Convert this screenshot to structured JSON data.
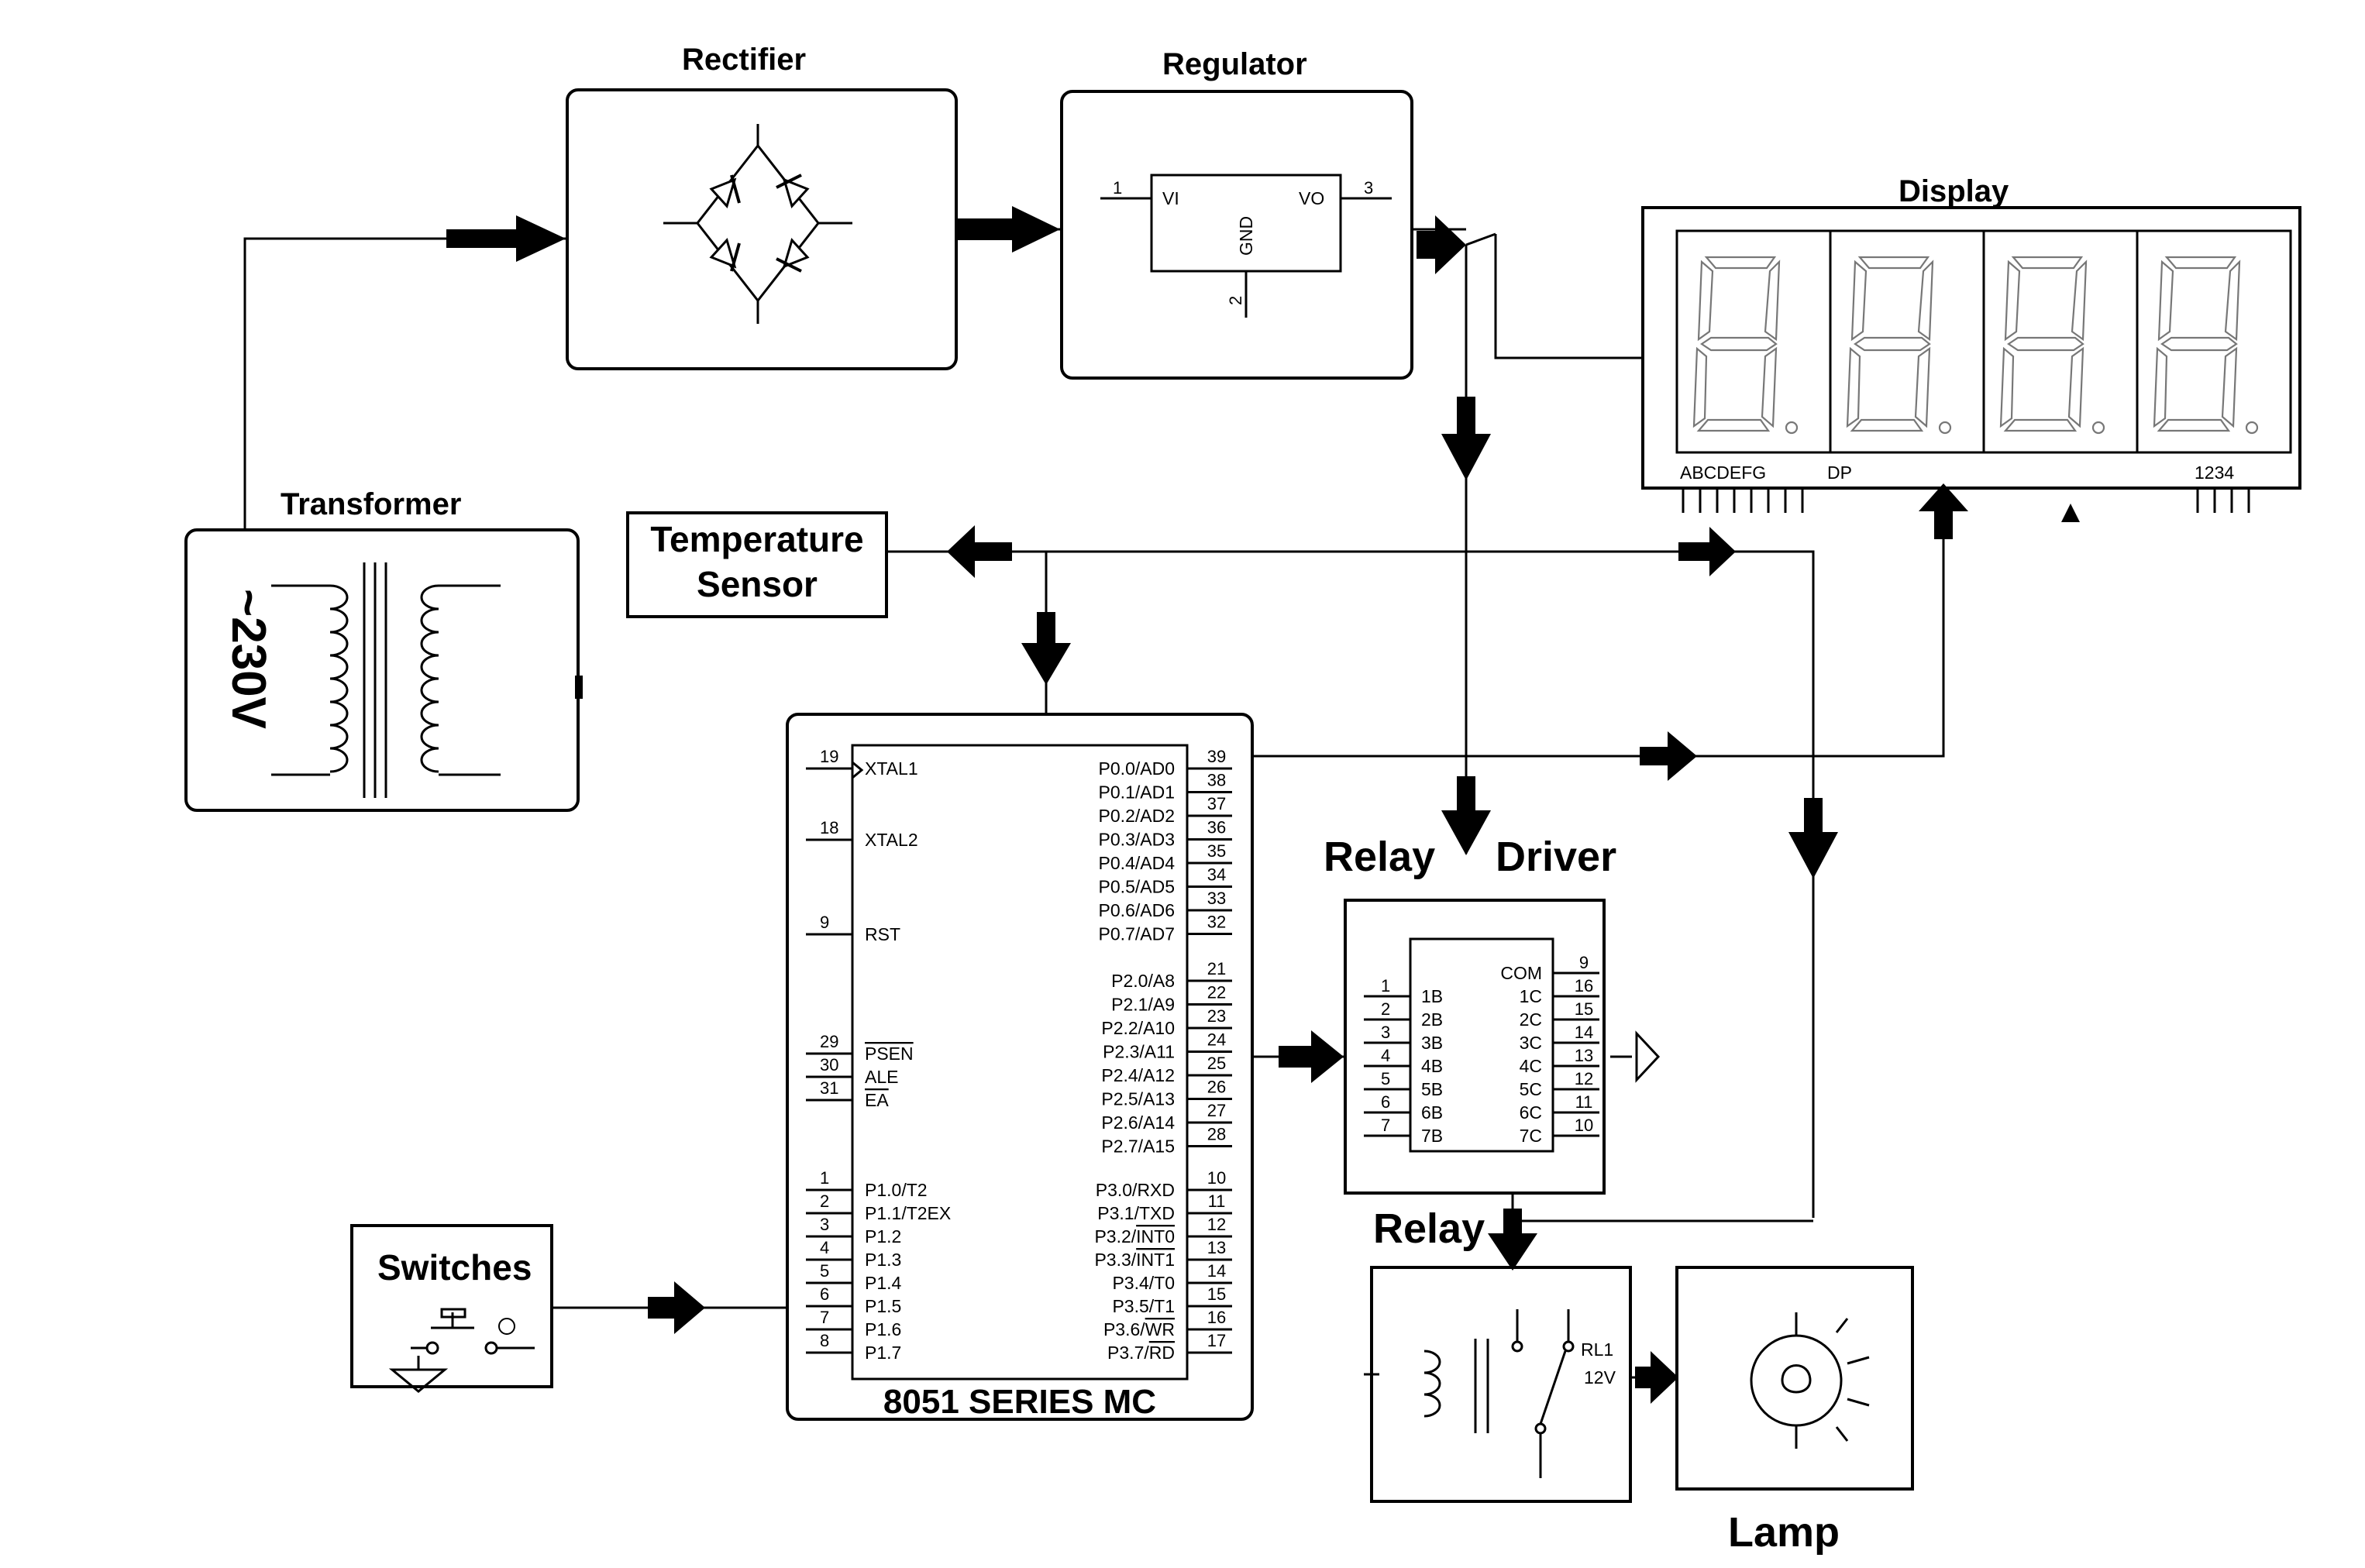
{
  "labels": {
    "rectifier": "Rectifier",
    "regulator": "Regulator",
    "display": "Display",
    "transformer": "Transformer",
    "voltage": "~230V",
    "temp_line1": "Temperature",
    "temp_line2": "Sensor",
    "mcu": "8051 SERIES MC",
    "relay_driver_left": "Relay",
    "relay_driver_right": "Driver",
    "relay": "Relay",
    "switches": "Switches",
    "lamp": "Lamp"
  },
  "regulator": {
    "vi": "VI",
    "vo": "VO",
    "gnd": "GND",
    "pin_in": "1",
    "pin_out": "3",
    "pin_gnd": "2"
  },
  "display_pins": {
    "segments": "ABCDEFG",
    "dp": "DP",
    "digits": "1234"
  },
  "relay_part": {
    "ref": "RL1",
    "value": "12V"
  },
  "mcu_left": [
    {
      "num": "19",
      "name": "XTAL1"
    },
    {
      "num": "18",
      "name": "XTAL2"
    },
    {
      "num": "9",
      "name": "RST"
    },
    {
      "num": "29",
      "name": "PSEN"
    },
    {
      "num": "30",
      "name": "ALE"
    },
    {
      "num": "31",
      "name": "EA"
    },
    {
      "num": "1",
      "name": "P1.0/T2"
    },
    {
      "num": "2",
      "name": "P1.1/T2EX"
    },
    {
      "num": "3",
      "name": "P1.2"
    },
    {
      "num": "4",
      "name": "P1.3"
    },
    {
      "num": "5",
      "name": "P1.4"
    },
    {
      "num": "6",
      "name": "P1.5"
    },
    {
      "num": "7",
      "name": "P1.6"
    },
    {
      "num": "8",
      "name": "P1.7"
    }
  ],
  "mcu_right": [
    {
      "num": "39",
      "name": "P0.0/AD0"
    },
    {
      "num": "38",
      "name": "P0.1/AD1"
    },
    {
      "num": "37",
      "name": "P0.2/AD2"
    },
    {
      "num": "36",
      "name": "P0.3/AD3"
    },
    {
      "num": "35",
      "name": "P0.4/AD4"
    },
    {
      "num": "34",
      "name": "P0.5/AD5"
    },
    {
      "num": "33",
      "name": "P0.6/AD6"
    },
    {
      "num": "32",
      "name": "P0.7/AD7"
    },
    {
      "num": "21",
      "name": "P2.0/A8"
    },
    {
      "num": "22",
      "name": "P2.1/A9"
    },
    {
      "num": "23",
      "name": "P2.2/A10"
    },
    {
      "num": "24",
      "name": "P2.3/A11"
    },
    {
      "num": "25",
      "name": "P2.4/A12"
    },
    {
      "num": "26",
      "name": "P2.5/A13"
    },
    {
      "num": "27",
      "name": "P2.6/A14"
    },
    {
      "num": "28",
      "name": "P2.7/A15"
    },
    {
      "num": "10",
      "name": "P3.0/RXD"
    },
    {
      "num": "11",
      "name": "P3.1/TXD"
    },
    {
      "num": "12",
      "name": "P3.2/INT0"
    },
    {
      "num": "13",
      "name": "P3.3/INT1"
    },
    {
      "num": "14",
      "name": "P3.4/T0"
    },
    {
      "num": "15",
      "name": "P3.5/T1"
    },
    {
      "num": "16",
      "name": "P3.6/WR"
    },
    {
      "num": "17",
      "name": "P3.7/RD"
    }
  ],
  "driver_left": [
    {
      "num": "1",
      "name": "1B"
    },
    {
      "num": "2",
      "name": "2B"
    },
    {
      "num": "3",
      "name": "3B"
    },
    {
      "num": "4",
      "name": "4B"
    },
    {
      "num": "5",
      "name": "5B"
    },
    {
      "num": "6",
      "name": "6B"
    },
    {
      "num": "7",
      "name": "7B"
    }
  ],
  "driver_right": [
    {
      "num": "9",
      "name": "COM"
    },
    {
      "num": "16",
      "name": "1C"
    },
    {
      "num": "15",
      "name": "2C"
    },
    {
      "num": "14",
      "name": "3C"
    },
    {
      "num": "13",
      "name": "4C"
    },
    {
      "num": "12",
      "name": "5C"
    },
    {
      "num": "11",
      "name": "6C"
    },
    {
      "num": "10",
      "name": "7C"
    }
  ]
}
